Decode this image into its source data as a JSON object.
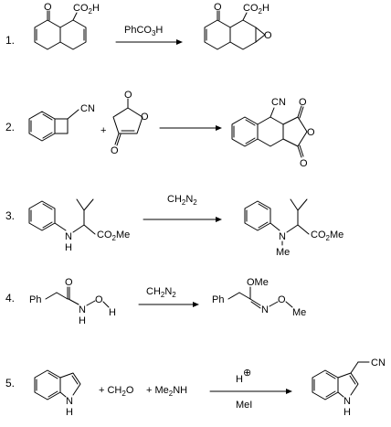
{
  "reactions": [
    {
      "number": "1.",
      "start_labels": {
        "o": "O",
        "acid": "CO",
        "acid_sub": "2",
        "acid_h": "H"
      },
      "reagent": {
        "main": "PhCO",
        "sub": "3",
        "tail": "H"
      },
      "product_labels": {
        "o": "O",
        "acid": "CO",
        "acid_sub": "2",
        "acid_h": "H",
        "epox": "O"
      }
    },
    {
      "number": "2.",
      "start_labels": {
        "cn": "CN",
        "plus": "+",
        "o_top": "O",
        "o_ring": "O",
        "o_bot": "O"
      },
      "product_labels": {
        "cn": "CN",
        "o_top": "O",
        "o_ring": "O",
        "o_bot": "O"
      }
    },
    {
      "number": "3.",
      "start_labels": {
        "nh": "N",
        "nh_h": "H",
        "ester": "CO",
        "ester_sub": "2",
        "ester_me": "Me"
      },
      "reagent": {
        "main": "CH",
        "sub": "2",
        "tail": "N",
        "sub2": "2"
      },
      "product_labels": {
        "n": "N",
        "me": "Me",
        "ester": "CO",
        "ester_sub": "2",
        "ester_me": "Me"
      }
    },
    {
      "number": "4.",
      "start_labels": {
        "ph": "Ph",
        "o": "O",
        "n": "N",
        "o2": "O",
        "h1": "H",
        "h2": "H"
      },
      "reagent": {
        "main": "CH",
        "sub": "2",
        "tail": "N",
        "sub2": "2"
      },
      "product_labels": {
        "ome": "OMe",
        "ph": "Ph",
        "n": "N",
        "o": "O",
        "me": "Me"
      }
    },
    {
      "number": "5.",
      "start_labels": {
        "nh": "N",
        "nh_h": "H"
      },
      "plus1": "+ CH",
      "plus1_sub": "2",
      "plus1_tail": "O",
      "plus2": "+ Me",
      "plus2_sub": "2",
      "plus2_tail": "NH",
      "reagent_above": "H",
      "reagent_charge": "⊕",
      "reagent_below": "MeI",
      "product_labels": {
        "cn": "CN",
        "nh": "N",
        "nh_h": "H"
      }
    }
  ]
}
